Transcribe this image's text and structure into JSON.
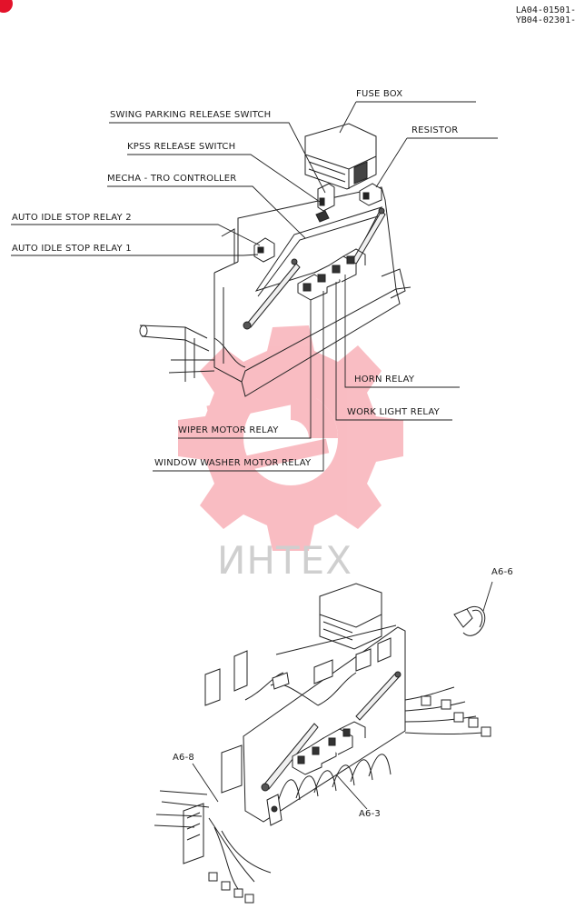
{
  "header": {
    "code1": "LA04-01501-",
    "code2": "YB04-02301-"
  },
  "labels": {
    "fuse_box": "FUSE BOX",
    "swing_parking": "SWING PARKING RELEASE SWITCH",
    "resistor": "RESISTOR",
    "kpss": "KPSS RELEASE SWITCH",
    "mecha": "MECHA - TRO CONTROLLER",
    "auto_idle_2": "AUTO IDLE STOP RELAY 2",
    "auto_idle_1": "AUTO IDLE STOP RELAY 1",
    "horn": "HORN RELAY",
    "work_light": "WORK LIGHT RELAY",
    "wiper": "WIPER MOTOR RELAY",
    "window_washer": "WINDOW WASHER MOTOR RELAY",
    "a6_6": "A6-6",
    "a6_8": "A6-8",
    "a6_3": "A6-3"
  },
  "watermark": {
    "text": "ИНТЕХ",
    "color": "#f26d7a",
    "badge_color": "#e3122a"
  }
}
